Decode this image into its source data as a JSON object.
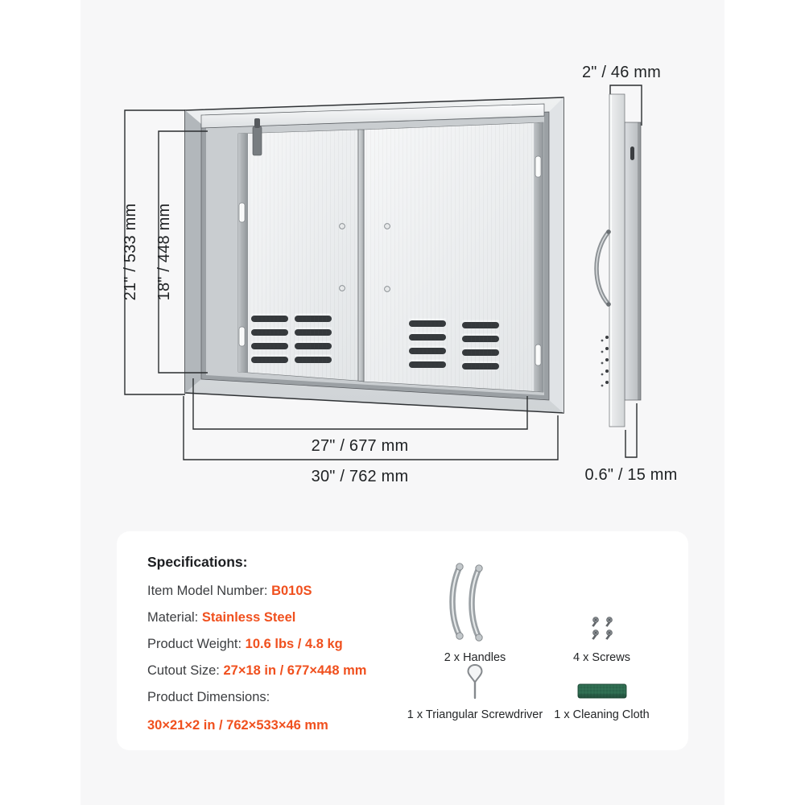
{
  "page": {
    "background": "#ffffff",
    "panel_background": "#f7f7f8",
    "accent_color": "#f0501e",
    "cloth_green": "#2e6b50"
  },
  "diagram": {
    "front_view": {
      "outer_height_label": "21\" / 533 mm",
      "inner_height_label": "18\" / 448 mm",
      "inner_width_label": "27\" / 677 mm",
      "outer_width_label": "30\" / 762 mm"
    },
    "side_view": {
      "depth_label": "2\" / 46 mm",
      "thickness_label": "0.6\" / 15 mm"
    }
  },
  "specs": {
    "title": "Specifications:",
    "rows": [
      {
        "label": "Item Model Number: ",
        "value": "B010S"
      },
      {
        "label": "Material: ",
        "value": "Stainless Steel"
      },
      {
        "label": "Product Weight: ",
        "value": "10.6 lbs / 4.8 kg"
      },
      {
        "label": "Cutout Size: ",
        "value": "27×18 in / 677×448 mm"
      },
      {
        "label": "Product Dimensions:",
        "value": ""
      }
    ],
    "product_dimensions_value": "30×21×2 in / 762×533×46 mm"
  },
  "accessories": {
    "handles": {
      "label": "2 x Handles",
      "icon": "handles-icon"
    },
    "screws": {
      "label": "4 x Screws",
      "icon": "screws-icon"
    },
    "screwdriver": {
      "label": "1 x Triangular Screwdriver",
      "icon": "triangular-screwdriver-icon"
    },
    "cloth": {
      "label": "1 x Cleaning Cloth",
      "icon": "cleaning-cloth-icon"
    }
  }
}
